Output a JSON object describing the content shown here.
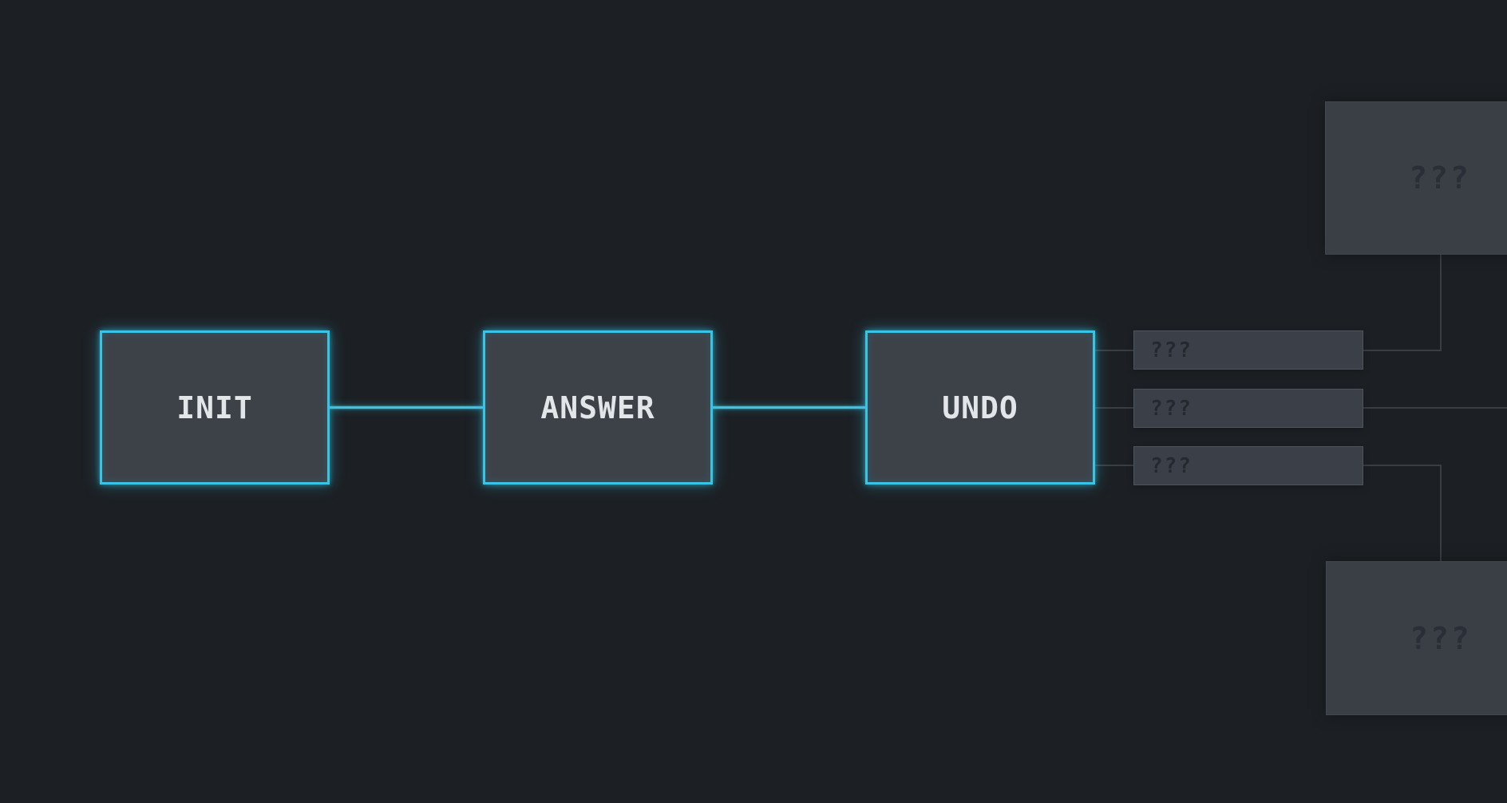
{
  "colors": {
    "background": "#1c2024",
    "node_fill": "#3d4249",
    "node_border": "#38c4e4",
    "node_label": "#e3e6e9",
    "wire_active": "#3fc3e0",
    "wire_inactive": "#383e44",
    "slot_fill": "#3b4048",
    "slot_text": "#24292f",
    "mystery_fill": "#3a3f46",
    "mystery_text": "#2a2f37"
  },
  "nodes": {
    "init": {
      "label": "INIT"
    },
    "answer": {
      "label": "ANSWER"
    },
    "undo": {
      "label": "UNDO"
    }
  },
  "slots": [
    {
      "label": "???"
    },
    {
      "label": "???"
    },
    {
      "label": "???"
    }
  ],
  "mystery": {
    "top": {
      "label": "???"
    },
    "bottom": {
      "label": "???"
    }
  }
}
